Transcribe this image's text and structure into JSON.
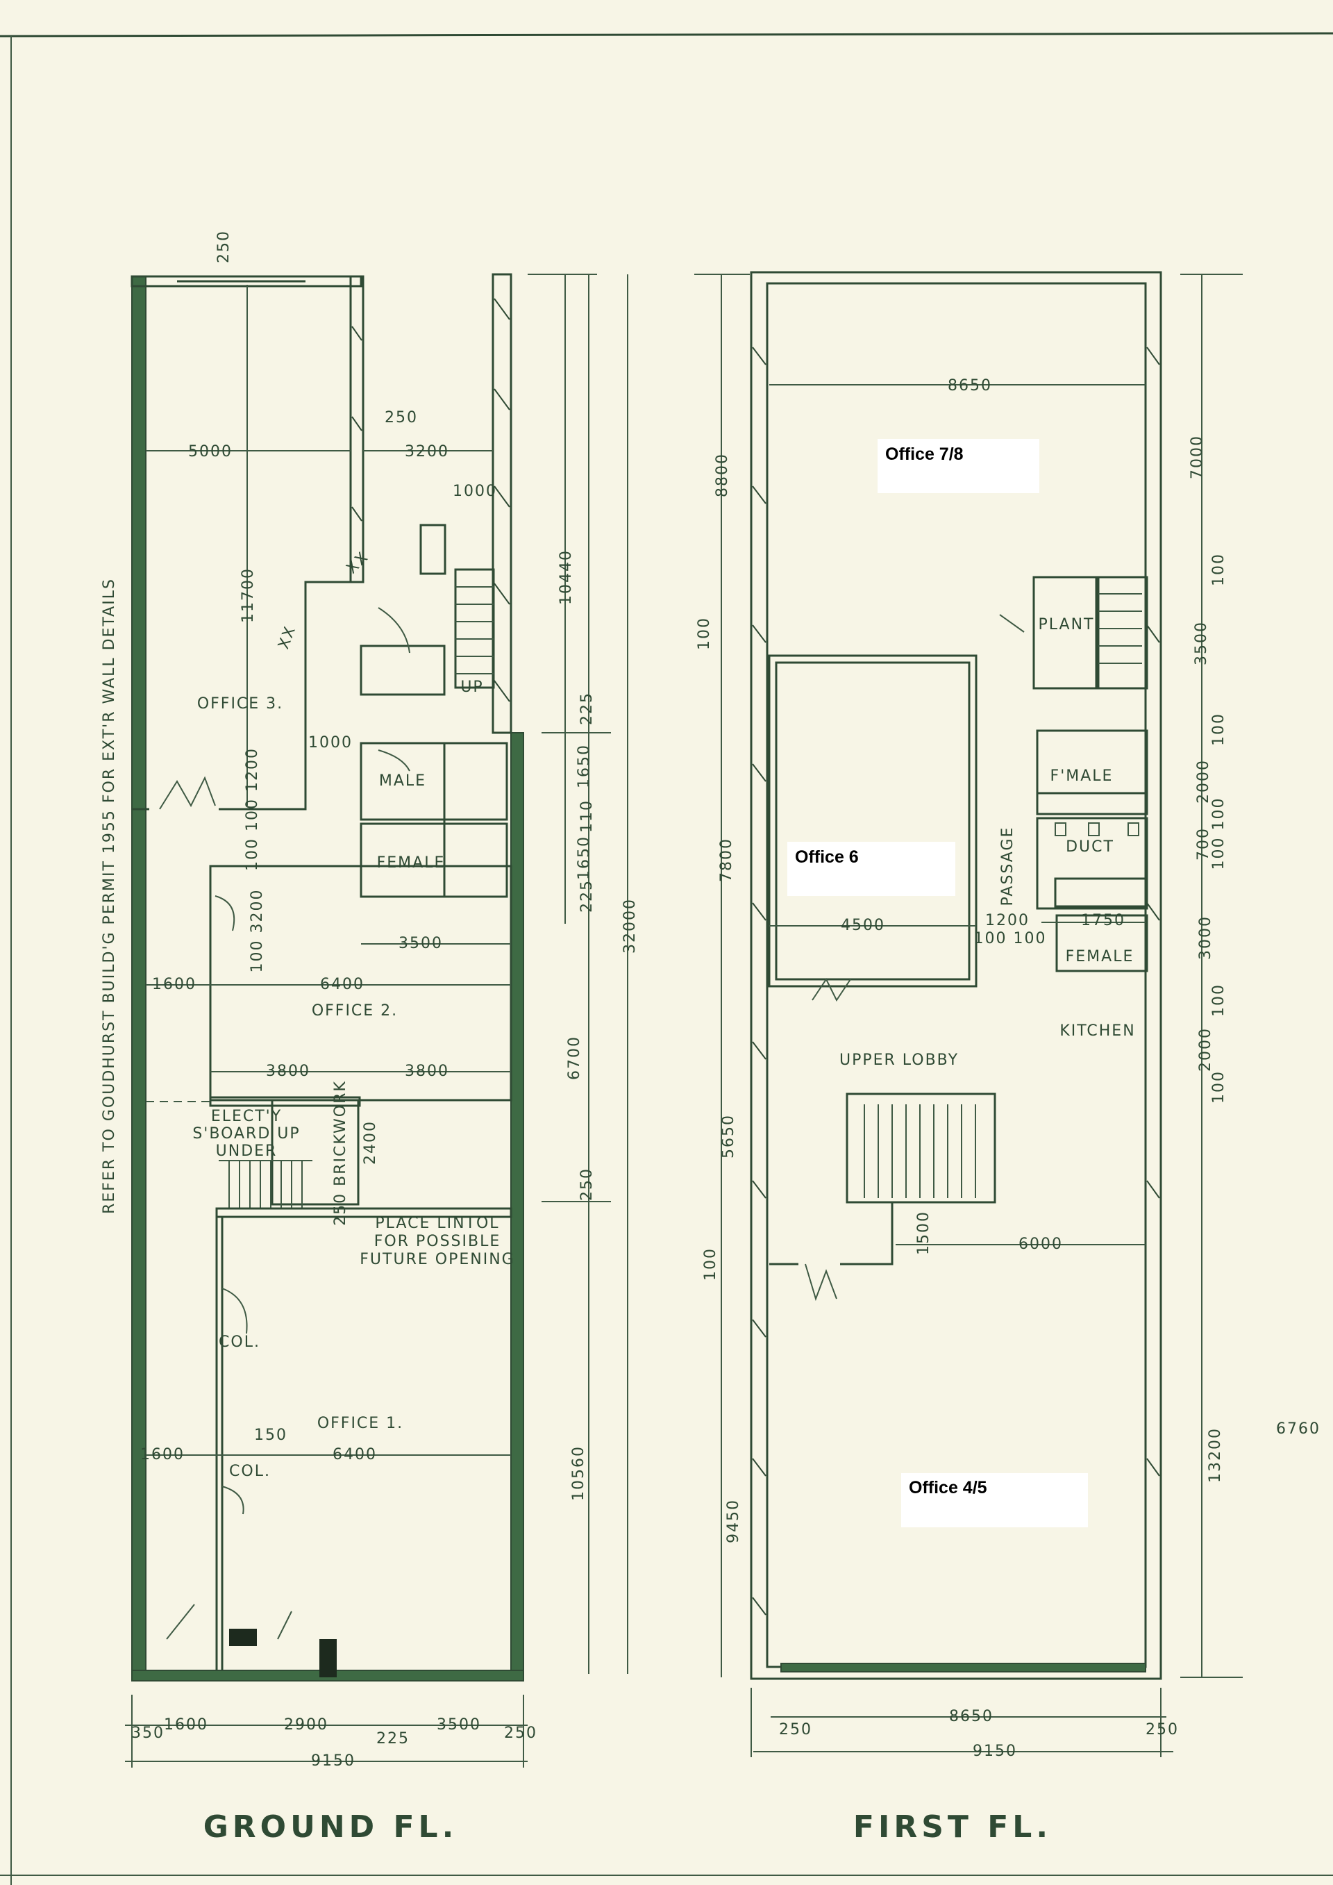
{
  "colors": {
    "paper": "#f7f5e6",
    "ink": "#2f4a34",
    "wall_fill": "#3e6a44"
  },
  "note": "REFER TO GOUDHURST BUILD'G PERMIT 1955 FOR EXT'R WALL DETAILS",
  "ground": {
    "title": "GROUND FL.",
    "labels": [
      "250",
      "5000",
      "3200",
      "250",
      "1000",
      "11700",
      "10440",
      "OFFICE 3.",
      "1000",
      "MALE",
      "FEMALE",
      "UP",
      "100 100 1200",
      "3500",
      "1600",
      "6400",
      "OFFICE 2.",
      "100 3200",
      "3800",
      "3800",
      "6700",
      "32000",
      "225",
      "1650",
      "110",
      "1650",
      "225",
      "ELECT'Y",
      "S'BOARD UP",
      "UNDER",
      "2400",
      "250 BRICKWORK",
      "250",
      "PLACE LINTOL",
      "FOR POSSIBLE",
      "FUTURE OPENING",
      "COL.",
      "OFFICE 1.",
      "150",
      "1600",
      "6400",
      "COL.",
      "10560",
      "350",
      "1600",
      "2900",
      "3500",
      "225",
      "250",
      "9150",
      "XX",
      "XX"
    ]
  },
  "first": {
    "title": "FIRST FL.",
    "labels": [
      "8650",
      "7000",
      "8800",
      "100",
      "PLANT",
      "3500",
      "100",
      "100",
      "F'MALE",
      "2000",
      "700",
      "100 100",
      "DUCT",
      "PASSAGE",
      "7800",
      "4500",
      "1200",
      "1750",
      "100 100",
      "FEMALE",
      "3000",
      "100",
      "KITCHEN",
      "2000",
      "100",
      "UPPER LOBBY",
      "5650",
      "100",
      "1500",
      "6000",
      "9450",
      "13200",
      "6760",
      "8650",
      "250",
      "250",
      "9150"
    ],
    "room_tags": [
      "Office 7/8",
      "Office 6",
      "Office 4/5"
    ]
  }
}
